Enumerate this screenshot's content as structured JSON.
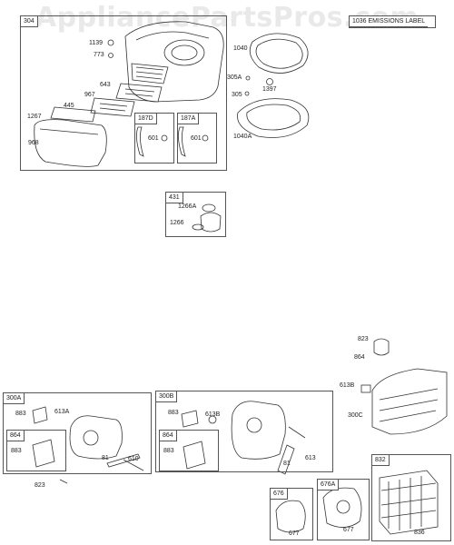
{
  "watermark": "AppliancePartsPros.com",
  "groups": {
    "g304": "304",
    "g187d": "187D",
    "g187a": "187A",
    "g431": "431",
    "g1036": "1036 EMISSIONS LABEL",
    "g300a": "300A",
    "g300b": "300B",
    "g676": "676",
    "g676a": "676A",
    "g832": "832"
  },
  "parts": {
    "p1139": "1139",
    "p773": "773",
    "p643": "643",
    "p967": "967",
    "p445": "445",
    "p1267": "1267",
    "p968": "968",
    "p601a": "601",
    "p601b": "601",
    "p1040": "1040",
    "p305a": "305A",
    "p305": "305",
    "p1397": "1397",
    "p1040a": "1040A",
    "p1266a": "1266A",
    "p1266": "1266",
    "p823top": "823",
    "p864top": "864",
    "p613b_r": "613B",
    "p300c": "300C",
    "p883a": "883",
    "p613a": "613A",
    "p864a": "864",
    "p883a2": "883",
    "p81a": "81",
    "p610a": "610",
    "p823bot": "823",
    "p883b": "883",
    "p613b": "613B",
    "p864b": "864",
    "p883b2": "883",
    "p81b": "81",
    "p613": "613",
    "p677a": "677",
    "p677b": "677",
    "p836": "836"
  }
}
